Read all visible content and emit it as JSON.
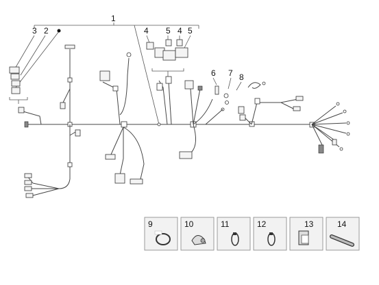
{
  "labels": {
    "harness": "1",
    "l2": "2",
    "l3": "3",
    "l4a": "4",
    "l5a": "5",
    "l4b": "4",
    "l5b": "5",
    "l6": "6",
    "l7": "7",
    "l8": "8"
  },
  "accessories": [
    {
      "num": "9",
      "icon": "hose-clamp-icon"
    },
    {
      "num": "10",
      "icon": "cable-clip-icon"
    },
    {
      "num": "11",
      "icon": "cable-tie-icon"
    },
    {
      "num": "12",
      "icon": "cable-tie-icon"
    },
    {
      "num": "13",
      "icon": "bracket-icon"
    },
    {
      "num": "14",
      "icon": "protective-sleeve-icon"
    }
  ]
}
